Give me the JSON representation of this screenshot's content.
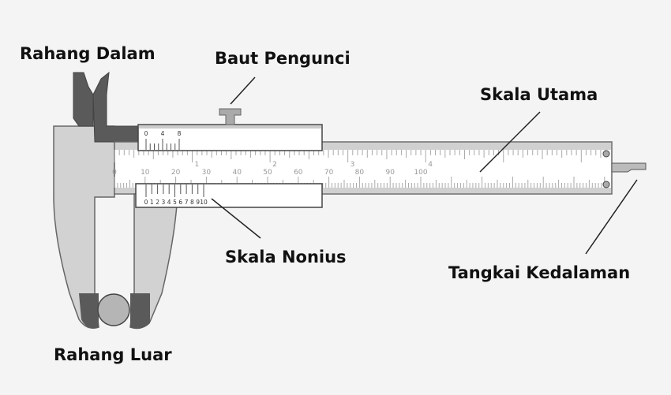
{
  "labels": {
    "inner_jaws": "Rahang Dalam",
    "lock_screw": "Baut Pengunci",
    "main_scale": "Skala Utama",
    "vernier_scale": "Skala Nonius",
    "depth_rod": "Tangkai Kedalaman",
    "outer_jaws": "Rahang Luar"
  },
  "scales": {
    "main_mm_labels": [
      "0",
      "10",
      "20",
      "30",
      "40",
      "50",
      "60",
      "70",
      "80",
      "90",
      "100"
    ],
    "main_inch_labels": [
      "1",
      "2",
      "3",
      "4"
    ],
    "vernier_mm_labels": [
      "0",
      "1",
      "2",
      "3",
      "4",
      "5",
      "6",
      "7",
      "8",
      "9",
      "10"
    ],
    "vernier_inch_labels": [
      "0",
      "4",
      "8"
    ]
  },
  "colors": {
    "dark": "#555555",
    "light": "#cfcfcf",
    "outline": "#666666",
    "object": "#b5b5b5"
  }
}
